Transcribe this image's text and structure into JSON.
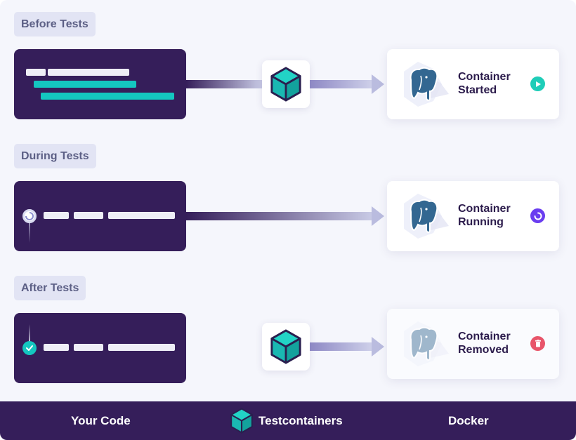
{
  "stages": [
    {
      "label": "Before Tests",
      "container_line1": "Container",
      "container_line2": "Started",
      "status_icon": "play-icon",
      "status_color": "#1fcdb8"
    },
    {
      "label": "During Tests",
      "container_line1": "Container",
      "container_line2": "Running",
      "status_icon": "spinner-icon",
      "status_color": "#6a3df0"
    },
    {
      "label": "After Tests",
      "container_line1": "Container",
      "container_line2": "Removed",
      "status_icon": "trash-icon",
      "status_color": "#e8556a"
    }
  ],
  "footer": {
    "col1": "Your Code",
    "col2": "Testcontainers",
    "col3": "Docker"
  },
  "colors": {
    "code_card": "#351e5a",
    "accent_teal": "#14c7c0",
    "stage_label_bg": "#e2e4f4",
    "arrow": "#babcdf"
  },
  "icons": [
    "testcontainers-cube-icon",
    "postgresql-elephant-icon",
    "play-icon",
    "spinner-icon",
    "trash-icon",
    "check-icon"
  ]
}
